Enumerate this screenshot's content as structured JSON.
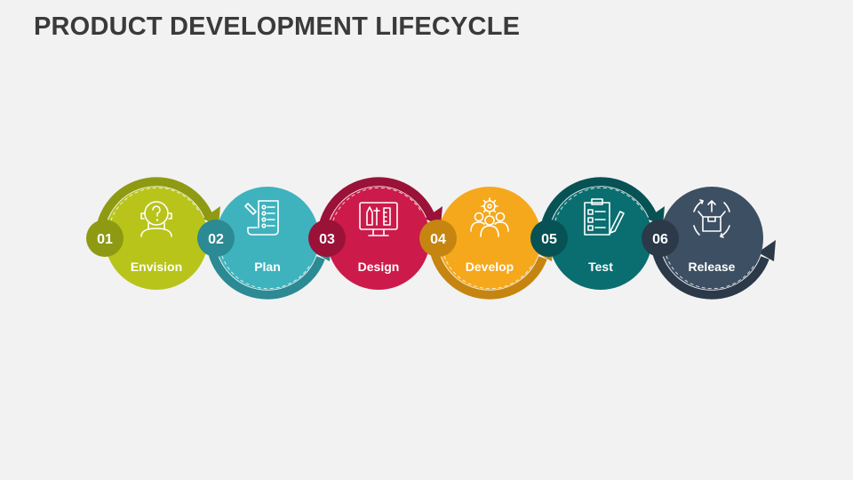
{
  "title": "PRODUCT DEVELOPMENT LIFECYCLE",
  "steps": [
    {
      "number": "01",
      "label": "Envision",
      "icon": "question-head-icon",
      "color": "#b8c41a",
      "dark": "#8e9a12",
      "arc": "top"
    },
    {
      "number": "02",
      "label": "Plan",
      "icon": "checklist-scroll-icon",
      "color": "#3eb3be",
      "dark": "#2b8a93",
      "arc": "bottom"
    },
    {
      "number": "03",
      "label": "Design",
      "icon": "design-tools-monitor-icon",
      "color": "#cc1a4a",
      "dark": "#9a1238",
      "arc": "top"
    },
    {
      "number": "04",
      "label": "Develop",
      "icon": "team-gear-icon",
      "color": "#f5a81c",
      "dark": "#c58510",
      "arc": "bottom"
    },
    {
      "number": "05",
      "label": "Test",
      "icon": "clipboard-pencil-icon",
      "color": "#0a6e70",
      "dark": "#075254",
      "arc": "top"
    },
    {
      "number": "06",
      "label": "Release",
      "icon": "box-cycle-icon",
      "color": "#3d4f63",
      "dark": "#2b3949",
      "arc": "bottom"
    }
  ]
}
